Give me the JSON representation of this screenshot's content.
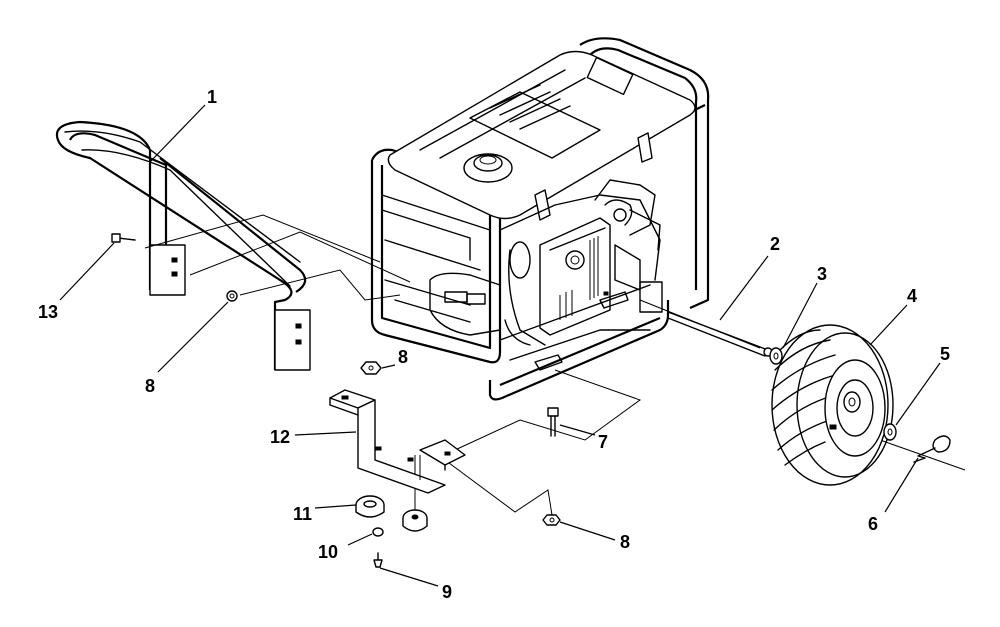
{
  "callouts": [
    {
      "id": "c1",
      "text": "1"
    },
    {
      "id": "c2",
      "text": "2"
    },
    {
      "id": "c3",
      "text": "3"
    },
    {
      "id": "c4",
      "text": "4"
    },
    {
      "id": "c5",
      "text": "5"
    },
    {
      "id": "c6",
      "text": "6"
    },
    {
      "id": "c7",
      "text": "7"
    },
    {
      "id": "c8a",
      "text": "8"
    },
    {
      "id": "c8b",
      "text": "8"
    },
    {
      "id": "c8c",
      "text": "8"
    },
    {
      "id": "c9",
      "text": "9"
    },
    {
      "id": "c10",
      "text": "10"
    },
    {
      "id": "c11",
      "text": "11"
    },
    {
      "id": "c12",
      "text": "12"
    },
    {
      "id": "c13",
      "text": "13"
    }
  ]
}
